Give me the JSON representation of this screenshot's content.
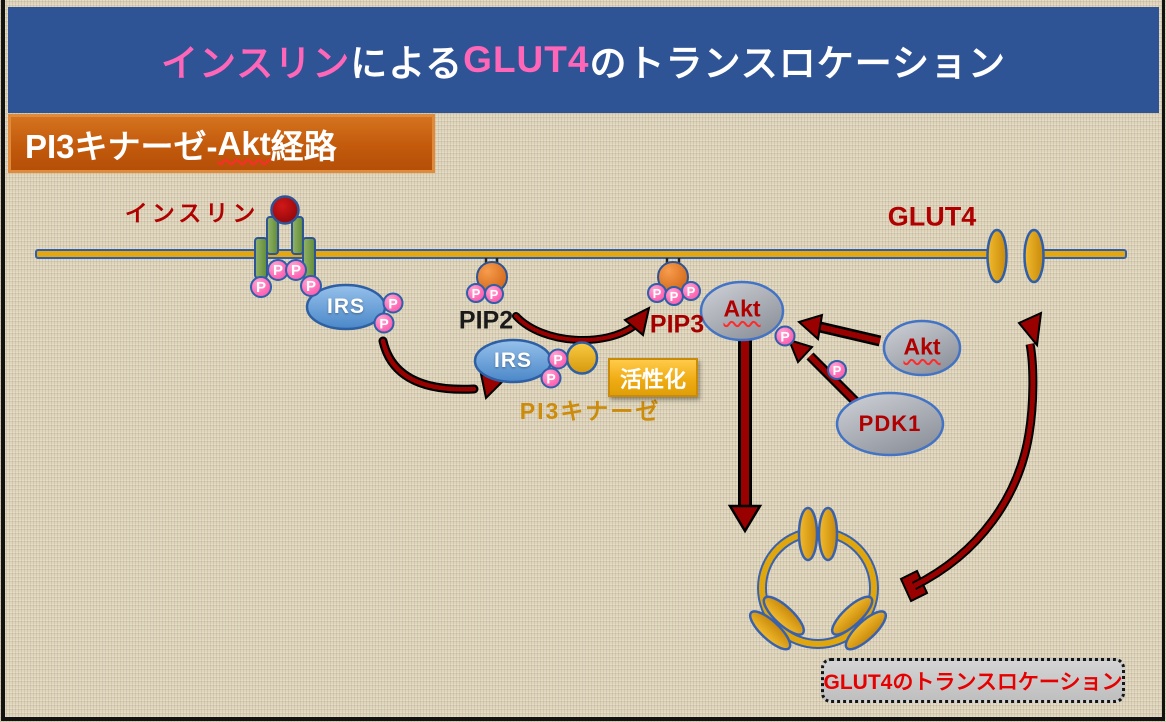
{
  "colors": {
    "title_bar_blue": "#2F5496",
    "title_pink": "#FF66B8",
    "pathway_box_orange": "#C35A0C",
    "pathway_box_border": "#E08B3C",
    "label_dark_red": "#B00000",
    "pip2_label_black": "#1A1A1A",
    "pi3k_label_gold": "#CC8B0B",
    "translocation_red": "#E60000",
    "membrane_gold": "#E3A713",
    "membrane_edge_blue": "#2F5FA8",
    "phosphate_pink": "#FF6EB8",
    "arrow_dark_red": "#990000",
    "background_beige": "#DFD6BD"
  },
  "title": {
    "segments": [
      {
        "text": "インスリン"
      },
      {
        "text": "による"
      },
      {
        "text": "GLUT4"
      },
      {
        "text": "のトランスロケーション"
      }
    ]
  },
  "pathway_label": {
    "before": "PI3キナーゼ-",
    "word": "Akt",
    "after": "経路"
  },
  "labels": {
    "insulin": "インスリン",
    "glut4": "GLUT4",
    "pip2": "PIP2",
    "pip3": "PIP3",
    "irs": "IRS",
    "pi3_kinase": "PI3キナーゼ",
    "activation": "活性化",
    "akt": "Akt",
    "pdk1": "PDK1",
    "phosphate": "P",
    "translocation": "GLUT4のトランスロケーション"
  }
}
